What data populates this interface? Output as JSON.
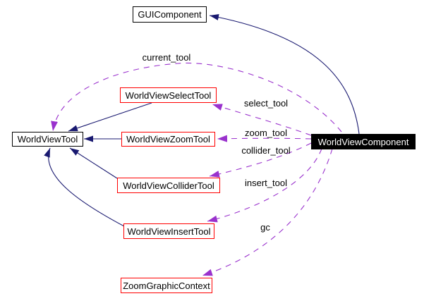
{
  "diagram": {
    "kind": "doxygen-collaboration-graph",
    "colors": {
      "background": "#ffffff",
      "inheritance_edge": "#191970",
      "usage_edge": "#9a32cd",
      "node_border_black": "#000000",
      "node_border_red": "#ff0000",
      "focus_node_background": "#000000",
      "focus_node_text": "#ffffff",
      "node_background": "#ffffff",
      "node_text": "#000000"
    },
    "nodes": [
      {
        "id": "gui-component",
        "label": "GUIComponent",
        "style": "black-border"
      },
      {
        "id": "world-view-tool",
        "label": "WorldViewTool",
        "style": "black-border"
      },
      {
        "id": "world-view-select-tool",
        "label": "WorldViewSelectTool",
        "style": "red-border"
      },
      {
        "id": "world-view-zoom-tool",
        "label": "WorldViewZoomTool",
        "style": "red-border"
      },
      {
        "id": "world-view-collider-tool",
        "label": "WorldViewColliderTool",
        "style": "red-border"
      },
      {
        "id": "world-view-insert-tool",
        "label": "WorldViewInsertTool",
        "style": "red-border"
      },
      {
        "id": "zoom-graphic-context",
        "label": "ZoomGraphicContext",
        "style": "red-border"
      },
      {
        "id": "world-view-component",
        "label": "WorldViewComponent",
        "style": "focus"
      }
    ],
    "edges": [
      {
        "type": "inheritance",
        "from": "WorldViewComponent",
        "to": "GUIComponent",
        "label": ""
      },
      {
        "type": "inheritance",
        "from": "WorldViewSelectTool",
        "to": "WorldViewTool",
        "label": ""
      },
      {
        "type": "inheritance",
        "from": "WorldViewZoomTool",
        "to": "WorldViewTool",
        "label": ""
      },
      {
        "type": "inheritance",
        "from": "WorldViewColliderTool",
        "to": "WorldViewTool",
        "label": ""
      },
      {
        "type": "inheritance",
        "from": "WorldViewInsertTool",
        "to": "WorldViewTool",
        "label": ""
      },
      {
        "type": "usage",
        "from": "WorldViewComponent",
        "to": "WorldViewTool",
        "label": "current_tool"
      },
      {
        "type": "usage",
        "from": "WorldViewComponent",
        "to": "WorldViewSelectTool",
        "label": "select_tool"
      },
      {
        "type": "usage",
        "from": "WorldViewComponent",
        "to": "WorldViewZoomTool",
        "label": "zoom_tool"
      },
      {
        "type": "usage",
        "from": "WorldViewComponent",
        "to": "WorldViewColliderTool",
        "label": "collider_tool"
      },
      {
        "type": "usage",
        "from": "WorldViewComponent",
        "to": "WorldViewInsertTool",
        "label": "insert_tool"
      },
      {
        "type": "usage",
        "from": "WorldViewComponent",
        "to": "ZoomGraphicContext",
        "label": "gc"
      }
    ]
  }
}
